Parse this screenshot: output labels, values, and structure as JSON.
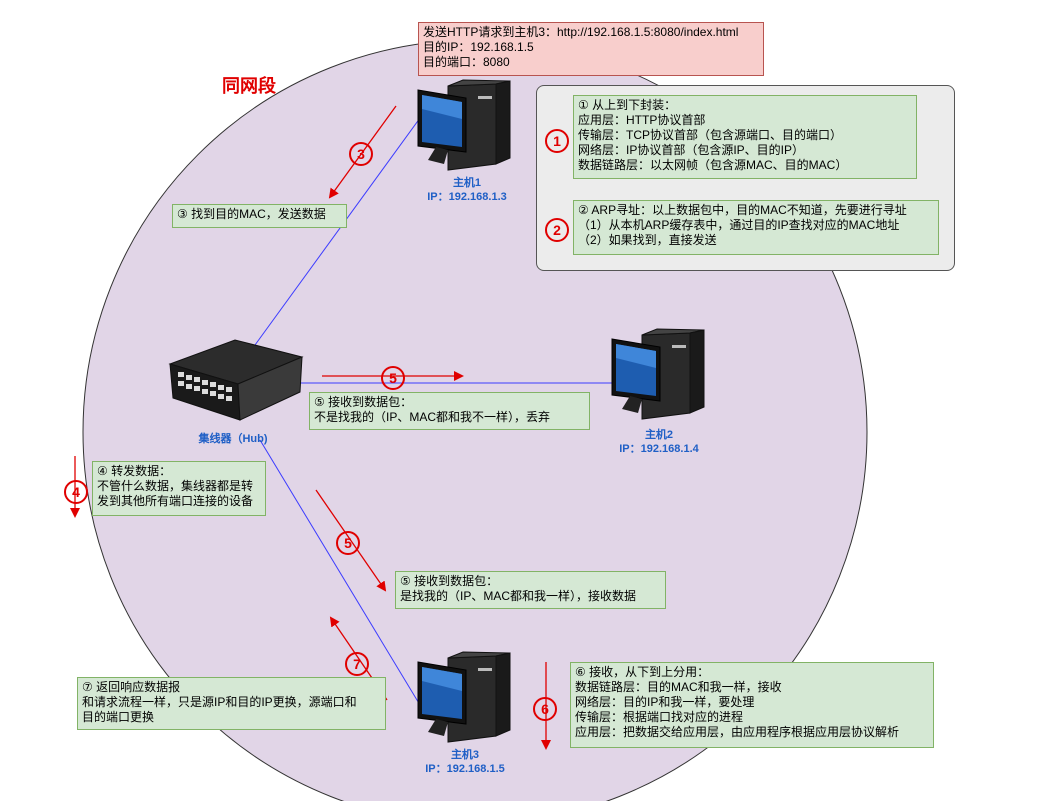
{
  "title": "同网段",
  "http_request": {
    "lines": [
      "发送HTTP请求到主机3：http://192.168.1.5:8080/index.html",
      "目的IP：192.168.1.5",
      "目的端口：8080"
    ]
  },
  "hosts": [
    {
      "name": "主机1",
      "ip": "IP：192.168.1.3"
    },
    {
      "name": "主机2",
      "ip": "IP：192.168.1.4"
    },
    {
      "name": "主机3",
      "ip": "IP：192.168.1.5"
    }
  ],
  "hub": {
    "label": "集线器（Hub)"
  },
  "steps": {
    "step1": {
      "num": "1",
      "lines": [
        "① 从上到下封装：",
        "应用层：HTTP协议首部",
        "传输层：TCP协议首部（包含源端口、目的端口）",
        "网络层：IP协议首部（包含源IP、目的IP）",
        "数据链路层：以太网帧（包含源MAC、目的MAC）"
      ]
    },
    "step2": {
      "num": "2",
      "lines": [
        "② ARP寻址：以上数据包中，目的MAC不知道，先要进行寻址",
        "（1）从本机ARP缓存表中，通过目的IP查找对应的MAC地址",
        "（2）如果找到，直接发送"
      ]
    },
    "step3": {
      "num": "3",
      "lines": [
        "③ 找到目的MAC，发送数据"
      ]
    },
    "step4": {
      "num": "4",
      "lines": [
        "④ 转发数据：",
        "不管什么数据，集线器都是转",
        "发到其他所有端口连接的设备"
      ]
    },
    "step5a": {
      "num": "5",
      "lines": [
        "⑤ 接收到数据包：",
        "不是找我的（IP、MAC都和我不一样），丢弃"
      ]
    },
    "step5b": {
      "num": "5",
      "lines": [
        "⑤ 接收到数据包：",
        "是找我的（IP、MAC都和我一样），接收数据"
      ]
    },
    "step6": {
      "num": "6",
      "lines": [
        "⑥ 接收，从下到上分用：",
        "数据链路层：目的MAC和我一样，接收",
        "网络层：目的IP和我一样，要处理",
        "传输层：根据端口找对应的进程",
        "应用层：把数据交给应用层，由应用程序根据应用层协议解析"
      ]
    },
    "step7": {
      "num": "7",
      "lines": [
        "⑦ 返回响应数据报",
        "和请求流程一样，只是源IP和目的IP更换，源端口和",
        "目的端口更换"
      ]
    }
  },
  "colors": {
    "circle_fill": "#e1d5e7",
    "circle_stroke": "#333333",
    "link_blue": "#3b3bff",
    "arrow_red": "#e00000",
    "box_green": "#d5e8d4",
    "box_pink": "#f8cecc",
    "label_blue": "#1f5fc6"
  }
}
